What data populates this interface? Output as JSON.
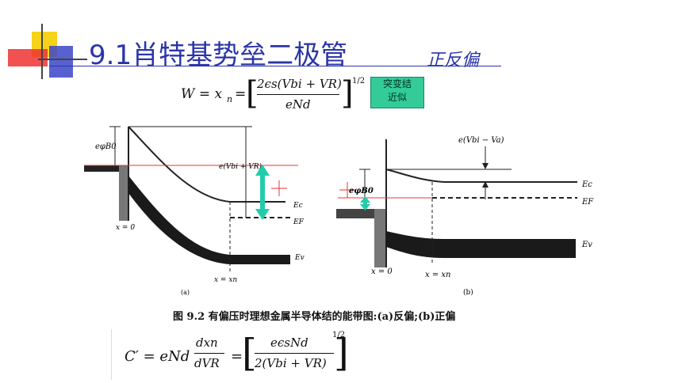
{
  "slide": {
    "title": "9.1肖特基势垒二极管",
    "subtitle": "正反偏"
  },
  "equations": {
    "top_lhs": "W = x",
    "top_lhs_sub": "n",
    "top_num": "2ϵs(Vbi + VR)",
    "top_den": "eNd",
    "top_exp": "1/2",
    "bottom_lhs": "C′ = eNd",
    "bottom_frac_num": "dxn",
    "bottom_frac_den": "dVR",
    "bottom_num": "eϵsNd",
    "bottom_den": "2(Vbi + VR)",
    "bottom_exp": "1/2"
  },
  "note": {
    "line1": "突变结",
    "line2": "近似"
  },
  "figure": {
    "a": {
      "label_phi": "eφB0",
      "label_vbivr": "e(Vbi + VR)",
      "label_ec": "Ec",
      "label_ef": "EF",
      "label_ev": "Ev",
      "label_x0": "x = 0",
      "label_xn": "x = xn",
      "panel": "(a)"
    },
    "b": {
      "label_vbiva": "e(Vbi − Va)",
      "label_phi": "eφB0",
      "label_ec": "Ec",
      "label_ef": "EF",
      "label_ev": "Ev",
      "label_x0": "x = 0",
      "label_xn": "x = xn",
      "panel": "(b)"
    },
    "caption": "图 9.2   有偏压时理想金属半导体结的能带图:(a)反偏;(b)正偏"
  },
  "colors": {
    "title": "#2b35a8",
    "red_line": "#ee3333",
    "arrow": "#22ccaa",
    "note_bg": "#33cc99"
  }
}
